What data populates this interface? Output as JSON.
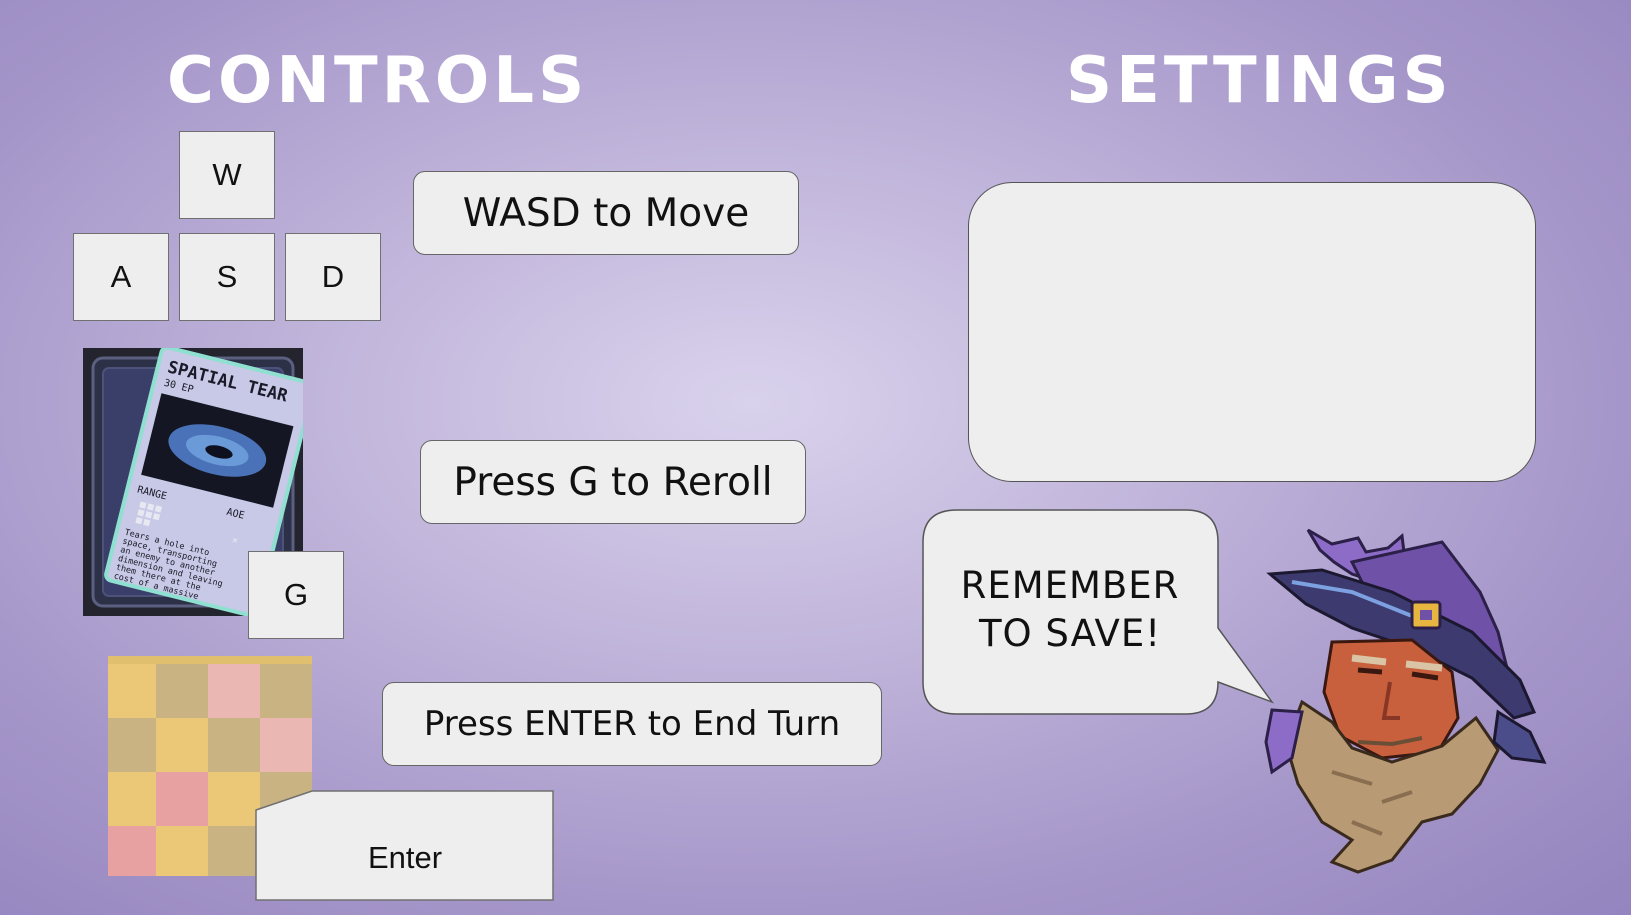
{
  "headings": {
    "controls": "CONTROLS",
    "settings": "SETTINGS"
  },
  "keys": {
    "w": "W",
    "a": "A",
    "s": "S",
    "d": "D",
    "g": "G",
    "enter": "Enter"
  },
  "instructions": {
    "move": "WASD to Move",
    "reroll": "Press G to Reroll",
    "end_turn": "Press ENTER to End Turn"
  },
  "card": {
    "title": "SPATIAL TEAR",
    "cost": "30 EP",
    "range_label": "RANGE",
    "aoe_label": "AOE",
    "description": "Tears a hole into space, transporting an enemy to another dimension and leaving them there at the cost of a massive amount of energy"
  },
  "speech_bubble": {
    "line1": "REMEMBER",
    "line2": "TO SAVE!"
  },
  "colors": {
    "background": "#b8acd8",
    "panel": "#eeeeee",
    "heading": "#ffffff",
    "wizard_hat": "#6f52a8",
    "checker_yellow": "#ebc778",
    "checker_olive": "#c9b383",
    "checker_pink": "#eab7b3"
  }
}
